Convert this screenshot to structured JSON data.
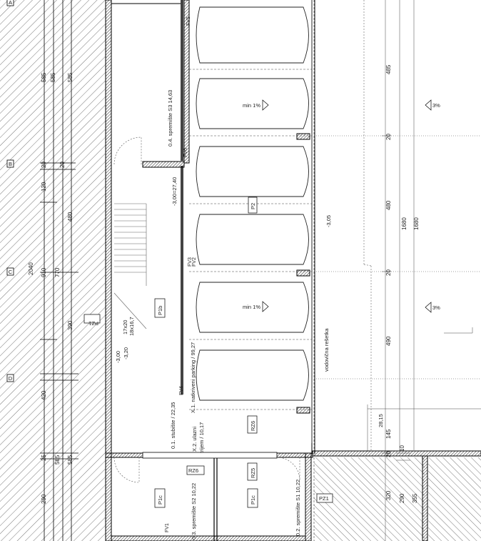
{
  "drawing": {
    "rooms": [
      {
        "id": "0.4",
        "text": "0.4. spremište S3 14,63"
      },
      {
        "id": "X.1",
        "text": "X.1. natkriveni parking / 99,27"
      },
      {
        "id": "0.1",
        "text": "0.1. stubište / 22,35"
      },
      {
        "id": "X.2",
        "text": "X.2. ulazni"
      },
      {
        "id": "X.2b",
        "text": "trijem / 10,17"
      },
      {
        "id": "0.3",
        "text": "0.3. spremište S2 10,22"
      },
      {
        "id": "0.2",
        "text": "0.2. spremište S1 10,22"
      }
    ],
    "tags": {
      "p2": "P2",
      "p1b": "P1b",
      "p1c_left": "P1c",
      "p1c_right": "P1c",
      "rz5": "RZ5",
      "rz6": "RZ6",
      "rz6_top": "RZ6",
      "pz1": "PZ1",
      "pz1_right": "PZ1",
      "fv1": "FV1",
      "fv2": "FV2",
      "fv3": "FV3",
      "fv4": "FV4",
      "fv5": "FV5",
      "fv6": "FV6",
      "fvz": "FV1"
    },
    "slopes": {
      "min1_a": "min 1%",
      "min1_b": "min 1%",
      "pct_a": "3%",
      "pct_b": "3%"
    },
    "levels": {
      "l1": "-3,00=27,40",
      "l2": "-3,00",
      "l3": "-3,20",
      "l4": "-3,05",
      "l5": "28,15",
      "stair1": "17x20",
      "stair2": "18x16,7"
    },
    "grid": [
      "A",
      "B",
      "C",
      "D"
    ],
    "left_dims": {
      "v1": [
        "585",
        "585",
        "585"
      ],
      "v2": [
        "20",
        "120",
        "480",
        "20"
      ],
      "total": "2040",
      "v3": [
        "910",
        "770",
        "390",
        "420",
        "25",
        "585",
        "585",
        "290"
      ]
    },
    "right_dims": {
      "a": [
        "485",
        "20",
        "480",
        "20",
        "490",
        "145",
        "20",
        "320",
        "290"
      ],
      "b": [
        "1680",
        "1680"
      ],
      "c": [
        "10",
        "355"
      ]
    },
    "note": "vodovična rešetka"
  }
}
